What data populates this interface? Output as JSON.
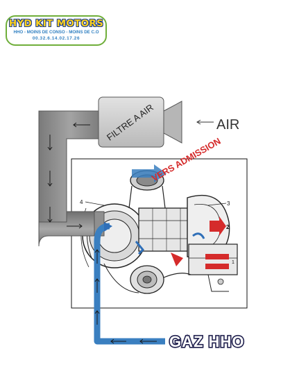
{
  "logo": {
    "name": "HYD KIT MOTORS",
    "tagline": "HHO - MOINS DE CONSO - MOINS DE C.O",
    "phone": "00.32.6.14.02.17.26"
  },
  "labels": {
    "filter": "FILTRE A AIR",
    "air": "AIR",
    "admission": "VERS ADMISSION",
    "gas": "GAZ HHO",
    "callout_4": "4",
    "callout_3": "3",
    "callout_2": "2",
    "callout_1": "1"
  },
  "colors": {
    "duct": "#8c8c8c",
    "hho_line": "#3a7fc0",
    "admission_text": "#d52b2b",
    "logo_border": "#6fae3a",
    "logo_text": "#ffd21f"
  }
}
